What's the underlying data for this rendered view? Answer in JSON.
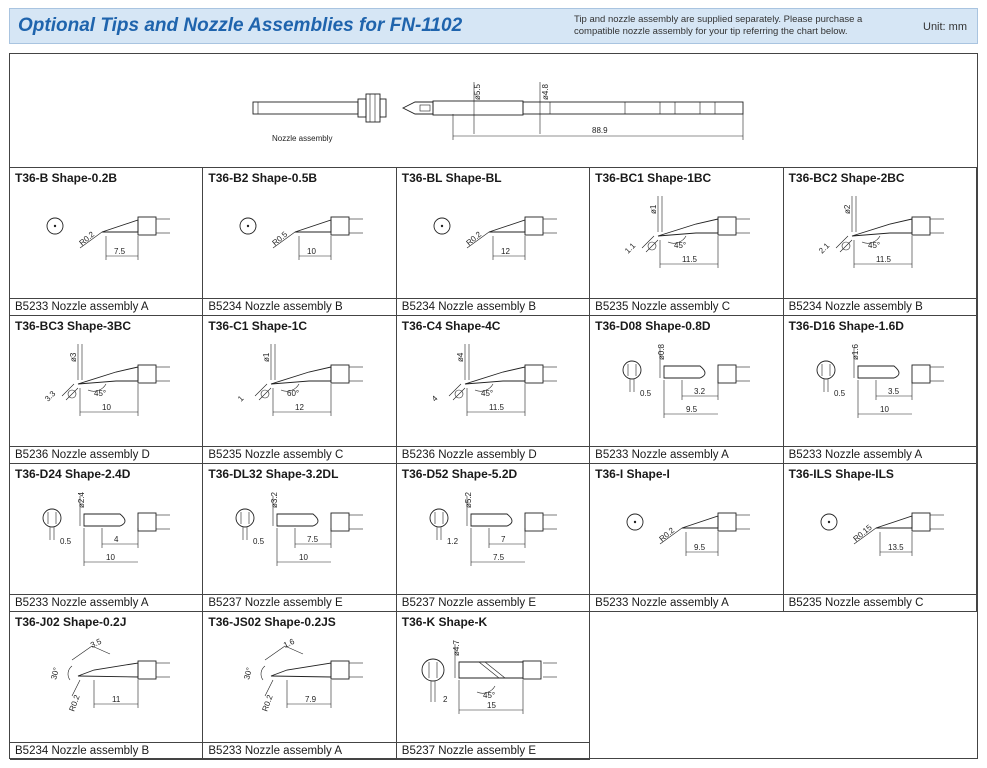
{
  "header": {
    "title": "Optional Tips and Nozzle Assemblies for FN-1102",
    "note": "Tip and nozzle assembly are supplied separately. Please purchase a compatible nozzle assembly for your tip referring the chart below.",
    "unit": "Unit: mm"
  },
  "top_diagram": {
    "nozzle_label": "Nozzle assembly",
    "dia1": "ø5.5",
    "dia2": "ø4.8",
    "length": "88.9"
  },
  "tips": [
    {
      "name": "T36-B Shape-0.2B",
      "nozzle": "B5233 Nozzle assembly A",
      "kind": "B",
      "r": "R0.2",
      "len": "7.5"
    },
    {
      "name": "T36-B2 Shape-0.5B",
      "nozzle": "B5234 Nozzle assembly B",
      "kind": "B",
      "r": "R0.5",
      "len": "10"
    },
    {
      "name": "T36-BL Shape-BL",
      "nozzle": "B5234 Nozzle assembly B",
      "kind": "B",
      "r": "R0.2",
      "len": "12"
    },
    {
      "name": "T36-BC1 Shape-1BC",
      "nozzle": "B5235 Nozzle assembly C",
      "kind": "BC",
      "d": "ø1",
      "a": "1.1",
      "ang": "45°",
      "len": "11.5"
    },
    {
      "name": "T36-BC2 Shape-2BC",
      "nozzle": "B5234 Nozzle assembly B",
      "kind": "BC",
      "d": "ø2",
      "a": "2.1",
      "ang": "45°",
      "len": "11.5"
    },
    {
      "name": "T36-BC3 Shape-3BC",
      "nozzle": "B5236 Nozzle assembly D",
      "kind": "BC",
      "d": "ø3",
      "a": "3.3",
      "ang": "45°",
      "len": "10"
    },
    {
      "name": "T36-C1 Shape-1C",
      "nozzle": "B5235 Nozzle assembly C",
      "kind": "BC",
      "d": "ø1",
      "a": "1",
      "ang": "60°",
      "len": "12"
    },
    {
      "name": "T36-C4 Shape-4C",
      "nozzle": "B5236 Nozzle assembly D",
      "kind": "BC",
      "d": "ø4",
      "a": "4",
      "ang": "45°",
      "len": "11.5"
    },
    {
      "name": "T36-D08 Shape-0.8D",
      "nozzle": "B5233 Nozzle assembly A",
      "kind": "D",
      "d": "ø0.8",
      "t": "0.5",
      "l1": "3.2",
      "len": "9.5"
    },
    {
      "name": "T36-D16 Shape-1.6D",
      "nozzle": "B5233 Nozzle assembly A",
      "kind": "D",
      "d": "ø1.6",
      "t": "0.5",
      "l1": "3.5",
      "len": "10"
    },
    {
      "name": "T36-D24 Shape-2.4D",
      "nozzle": "B5233 Nozzle assembly A",
      "kind": "D",
      "d": "ø2.4",
      "t": "0.5",
      "l1": "4",
      "len": "10"
    },
    {
      "name": "T36-DL32 Shape-3.2DL",
      "nozzle": "B5237 Nozzle assembly E",
      "kind": "D",
      "d": "ø3.2",
      "t": "0.5",
      "l1": "7.5",
      "len": "10"
    },
    {
      "name": "T36-D52 Shape-5.2D",
      "nozzle": "B5237 Nozzle assembly E",
      "kind": "D",
      "d": "ø5.2",
      "t": "1.2",
      "l1": "7",
      "len": "7.5"
    },
    {
      "name": "T36-I Shape-I",
      "nozzle": "B5233 Nozzle assembly A",
      "kind": "B",
      "r": "R0.2",
      "len": "9.5"
    },
    {
      "name": "T36-ILS Shape-ILS",
      "nozzle": "B5235 Nozzle assembly C",
      "kind": "B",
      "r": "R0.15",
      "len": "13.5"
    },
    {
      "name": "T36-J02 Shape-0.2J",
      "nozzle": "B5234 Nozzle assembly B",
      "kind": "J",
      "r": "R0.2",
      "a": "3.5",
      "ang": "30°",
      "len": "11"
    },
    {
      "name": "T36-JS02 Shape-0.2JS",
      "nozzle": "B5233 Nozzle assembly A",
      "kind": "J",
      "r": "R0.2",
      "a": "1.6",
      "ang": "30°",
      "len": "7.9"
    },
    {
      "name": "T36-K Shape-K",
      "nozzle": "B5237 Nozzle assembly E",
      "kind": "K",
      "d": "ø4.7",
      "t": "2",
      "ang": "45°",
      "len": "15"
    }
  ]
}
